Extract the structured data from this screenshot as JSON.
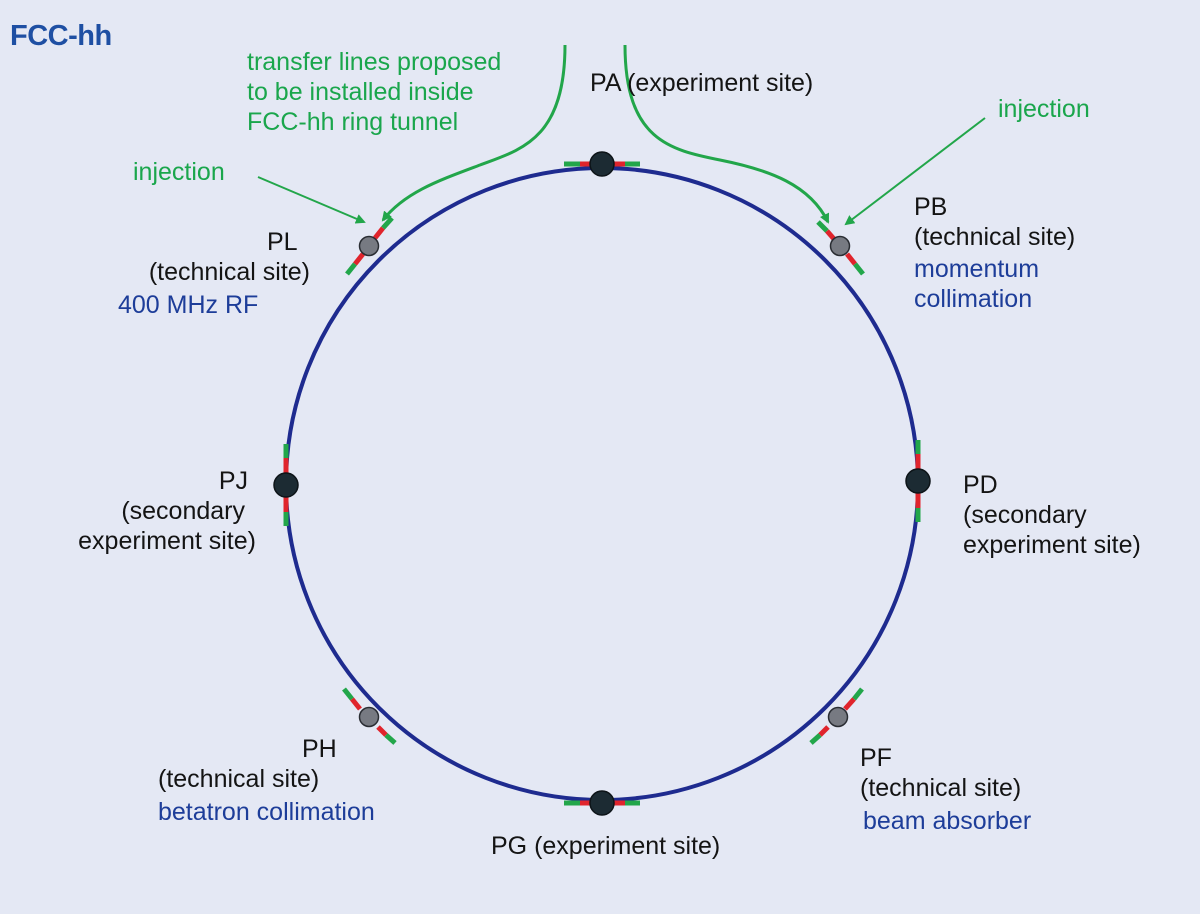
{
  "title": "FCC-hh",
  "colors": {
    "ring": "#1e2b8f",
    "segment_red": "#e0242c",
    "segment_green": "#22a64a",
    "experiment_site": "#1c2b33",
    "technical_site": "#777a82",
    "transfer_line": "#22a64a",
    "annotation_green": "#1aa64c",
    "annotation_blue": "#1d3d99"
  },
  "transfer_lines_note": [
    "transfer lines proposed",
    "to be installed inside",
    "FCC-hh ring tunnel"
  ],
  "injection_labels": [
    "injection",
    "injection"
  ],
  "sites": {
    "PA": {
      "name": "PA",
      "desc": "(experiment site)",
      "type": "experiment"
    },
    "PB": {
      "name": "PB",
      "desc": "(technical site)",
      "type": "technical",
      "function": [
        "momentum",
        "collimation"
      ]
    },
    "PD": {
      "name": "PD",
      "desc": [
        "(secondary",
        "experiment site)"
      ],
      "type": "experiment"
    },
    "PF": {
      "name": "PF",
      "desc": "(technical site)",
      "type": "technical",
      "function": "beam absorber"
    },
    "PG": {
      "name": "PG",
      "desc": "(experiment site)",
      "type": "experiment"
    },
    "PH": {
      "name": "PH",
      "desc": "(technical site)",
      "type": "technical",
      "function": "betatron collimation"
    },
    "PJ": {
      "name": "PJ",
      "desc": [
        "(secondary",
        "experiment site)"
      ],
      "type": "experiment"
    },
    "PL": {
      "name": "PL",
      "desc": "(technical site)",
      "type": "technical",
      "function": "400 MHz RF"
    }
  }
}
